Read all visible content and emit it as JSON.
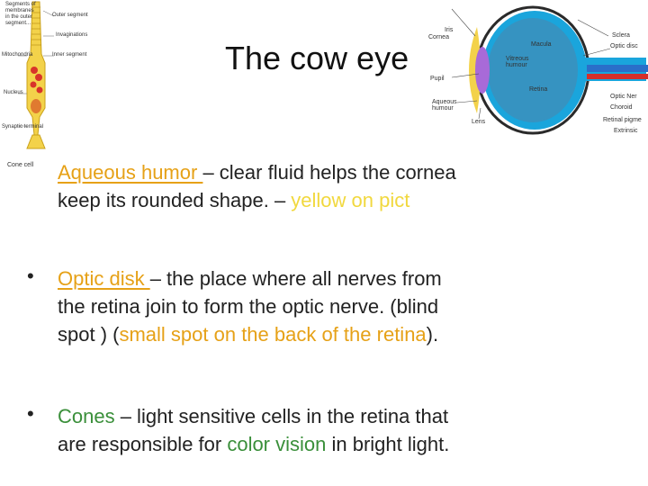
{
  "slide": {
    "title": "The cow eye"
  },
  "cone_figure": {
    "labels": {
      "top": "Segments of\nmembranes\nin the outer\nsegment...",
      "outer": "Outer segment",
      "invag": "Invaginations",
      "mito": "Mitochondria",
      "inner": "Inner segment",
      "nucleus": "Nucleus",
      "synaptic": "Synaptic terminal",
      "caption": "Cone cell"
    }
  },
  "eye_figure": {
    "labels": {
      "iris": "Iris",
      "cornea": "Cornea",
      "pupil": "Pupil",
      "aqueous": "Aqueous\nhumour",
      "lens": "Lens",
      "macula": "Macula",
      "vitreous": "Vitreous\nhumour",
      "retina": "Retina",
      "sclera": "Sclera",
      "optic_disc": "Optic disc",
      "optic_nerve": "Optic Ner",
      "choroid": "Choroid",
      "retinal_pigment": "Retinal pigme",
      "extrinsic": "Extrinsic"
    }
  },
  "content": {
    "aqueous": {
      "term": "Aqueous humor ",
      "rest_line1": "– clear fluid helps the cornea",
      "line2_a": "keep its rounded shape. – ",
      "line2_b": "yellow on pict"
    },
    "optic": {
      "bullet": "•",
      "term": "Optic disk ",
      "rest_line1": "– the place where all nerves from",
      "line2": "the retina join to form the optic nerve. (blind",
      "line3_a": "spot ) (",
      "line3_b": "small spot on the back of the retina",
      "line3_c": ")."
    },
    "cones": {
      "bullet": "•",
      "term": "Cones",
      "rest_line1": " – light sensitive cells in the retina that",
      "line2_a": "are responsible for ",
      "line2_b": "color vision",
      "line2_c": " in bright light."
    }
  },
  "colors": {
    "orange": "#e6a117",
    "yellow": "#f1d83e",
    "green": "#3a8f3a",
    "eye_blue": "#1aa5dc",
    "lens_purple": "#a86ad8"
  }
}
